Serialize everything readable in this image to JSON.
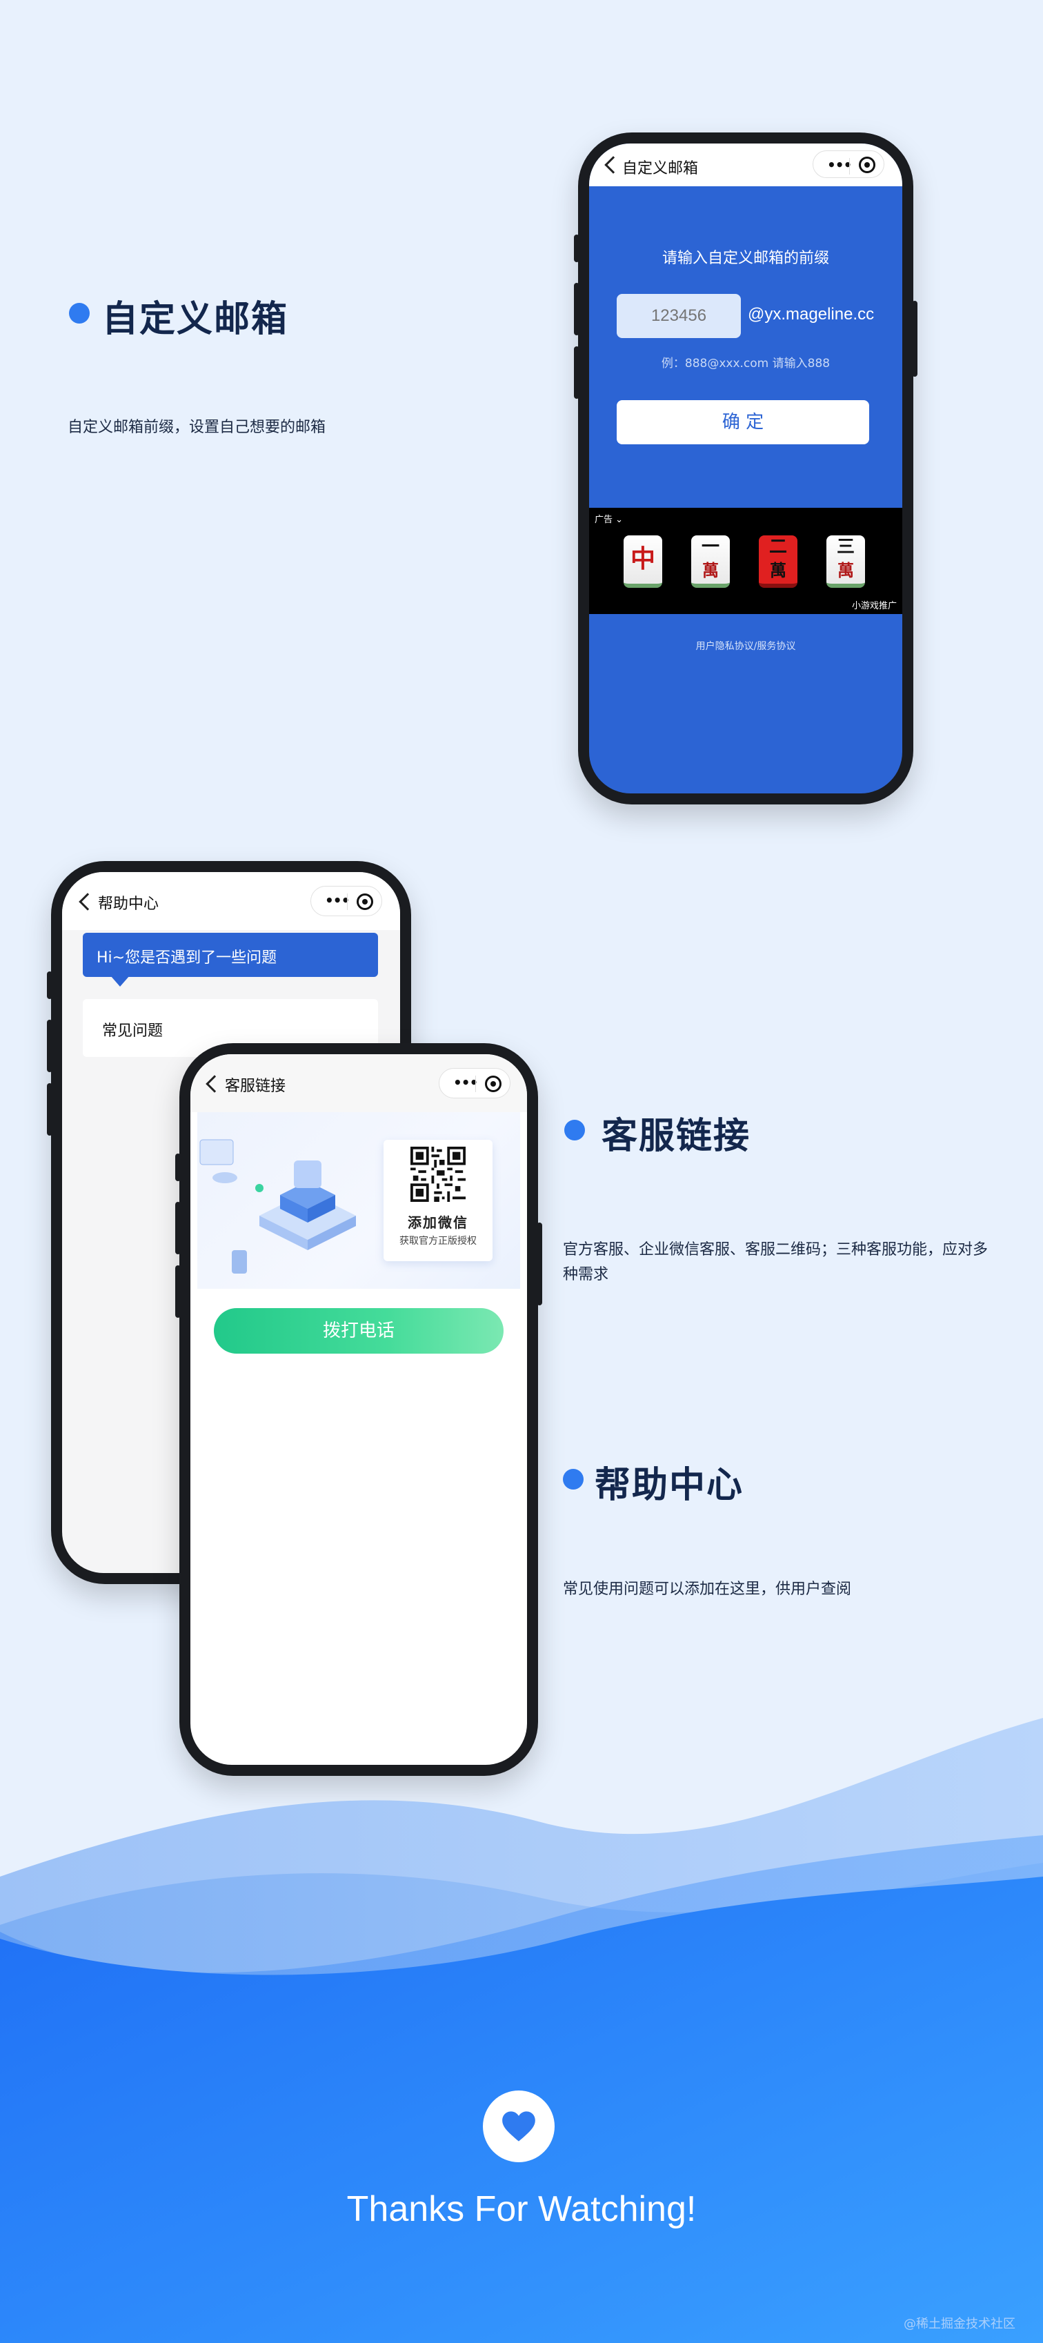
{
  "colors": {
    "page_bg": "#e8f1fd",
    "accent": "#2f7bf0",
    "email_screen_bg": "#2c64d4",
    "call_button": "#2bd08a",
    "footer_blue": "#2576f5"
  },
  "sections": {
    "custom_email": {
      "title": "自定义邮箱",
      "desc": "自定义邮箱前缀，设置自己想要的邮箱"
    },
    "service_link": {
      "title": "客服链接",
      "desc_line1": "官方客服、企业微信客服、客服二维码；三种客服功能，应对多",
      "desc_line2": "种需求"
    },
    "help_center": {
      "title": "帮助中心",
      "desc": "常见使用问题可以添加在这里，供用户查阅"
    }
  },
  "email_phone": {
    "nav_title": "自定义邮箱",
    "prompt": "请输入自定义邮箱的前缀",
    "input_placeholder": "123456",
    "domain_suffix": "@yx.mageline.cc",
    "example": "例：888@xxx.com 请输入888",
    "confirm_label": "确 定",
    "ad_label": "广告 ⌄",
    "ad_source": "小游戏推广",
    "footer_link": "用户隐私协议/服务协议",
    "tiles": [
      {
        "top": "中",
        "bottom": ""
      },
      {
        "top": "一",
        "bottom": "萬"
      },
      {
        "top": "二",
        "bottom": "萬"
      },
      {
        "top": "三",
        "bottom": "萬"
      }
    ]
  },
  "help_phone": {
    "nav_title": "帮助中心",
    "bubble_text": "Hi~您是否遇到了一些问题",
    "faq_label": "常见问题"
  },
  "service_phone": {
    "nav_title": "客服链接",
    "card_title": "添加微信",
    "card_subtitle": "获取官方正版授权",
    "call_label": "拨打电话"
  },
  "footer": {
    "thanks": "Thanks For Watching!",
    "watermark": "@稀土掘金技术社区"
  }
}
